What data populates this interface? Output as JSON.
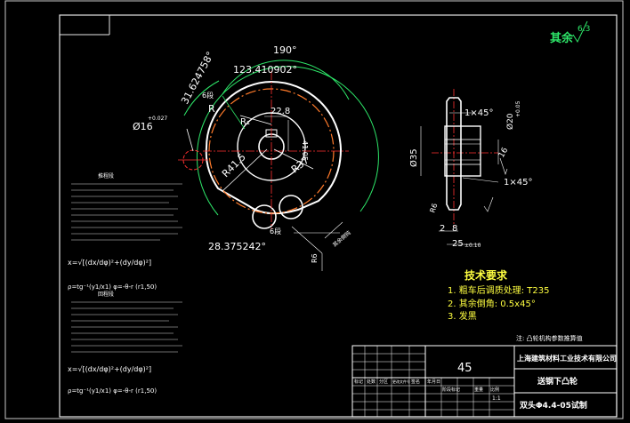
{
  "drawing": {
    "roughness_label": "其余",
    "roughness_value": "6.3",
    "dims": {
      "angle_190": "190°",
      "angle_123": "123.410902°",
      "angle_31": "31.624758°",
      "angle_28": "28.375242°",
      "dia_16": "Ø16",
      "dia_16_tol": "+0.027",
      "r_415": "R41.5",
      "r_37": "R37",
      "r1": "R₁",
      "w_228": "22.8",
      "h_4105": "41.05",
      "r_label": "R",
      "six_seg_a": "6段",
      "six_seg_b": "6段",
      "chamfer_a": "1×45°",
      "chamfer_b": "1×45°",
      "dia_35": "Ø35",
      "dia_20": "Ø20",
      "dia_20_tol": "+0.05",
      "d16": "16",
      "d2": "2",
      "d8": "8",
      "d25": "25",
      "d25_tol": "±0.10",
      "r_side": "R6",
      "r_bottom": "R6",
      "small_note": "其余倒钝"
    },
    "tech_req": {
      "title": "技术要求",
      "items": [
        "1. 粗车后调质处理: T235",
        "2. 其余倒角: 0.5x45°",
        "3. 发黑"
      ]
    },
    "formula_notes": {
      "title_a": "推程段",
      "title_b": "回程段",
      "caption": "注: 凸轮机构参数推算值",
      "eq_a": "x=√[(dx/dφ)²+(dy/dφ)²]",
      "eq_b": "ρ=tg⁻¹(y1/x1)   φ=-θ-r (r1,50)"
    },
    "title_block": {
      "scale": "45",
      "company": "上海建筑材料工业技术有限公司",
      "part_name": "送钢下凸轮",
      "drawing_no": "双头Φ4.4-05试制",
      "row_marks": [
        "标记",
        "处数",
        "分区",
        "更改文件号",
        "签名",
        "年月日"
      ],
      "mini_labels": [
        "阶段标记",
        "重量",
        "比例"
      ],
      "sheet": "1:1"
    }
  }
}
